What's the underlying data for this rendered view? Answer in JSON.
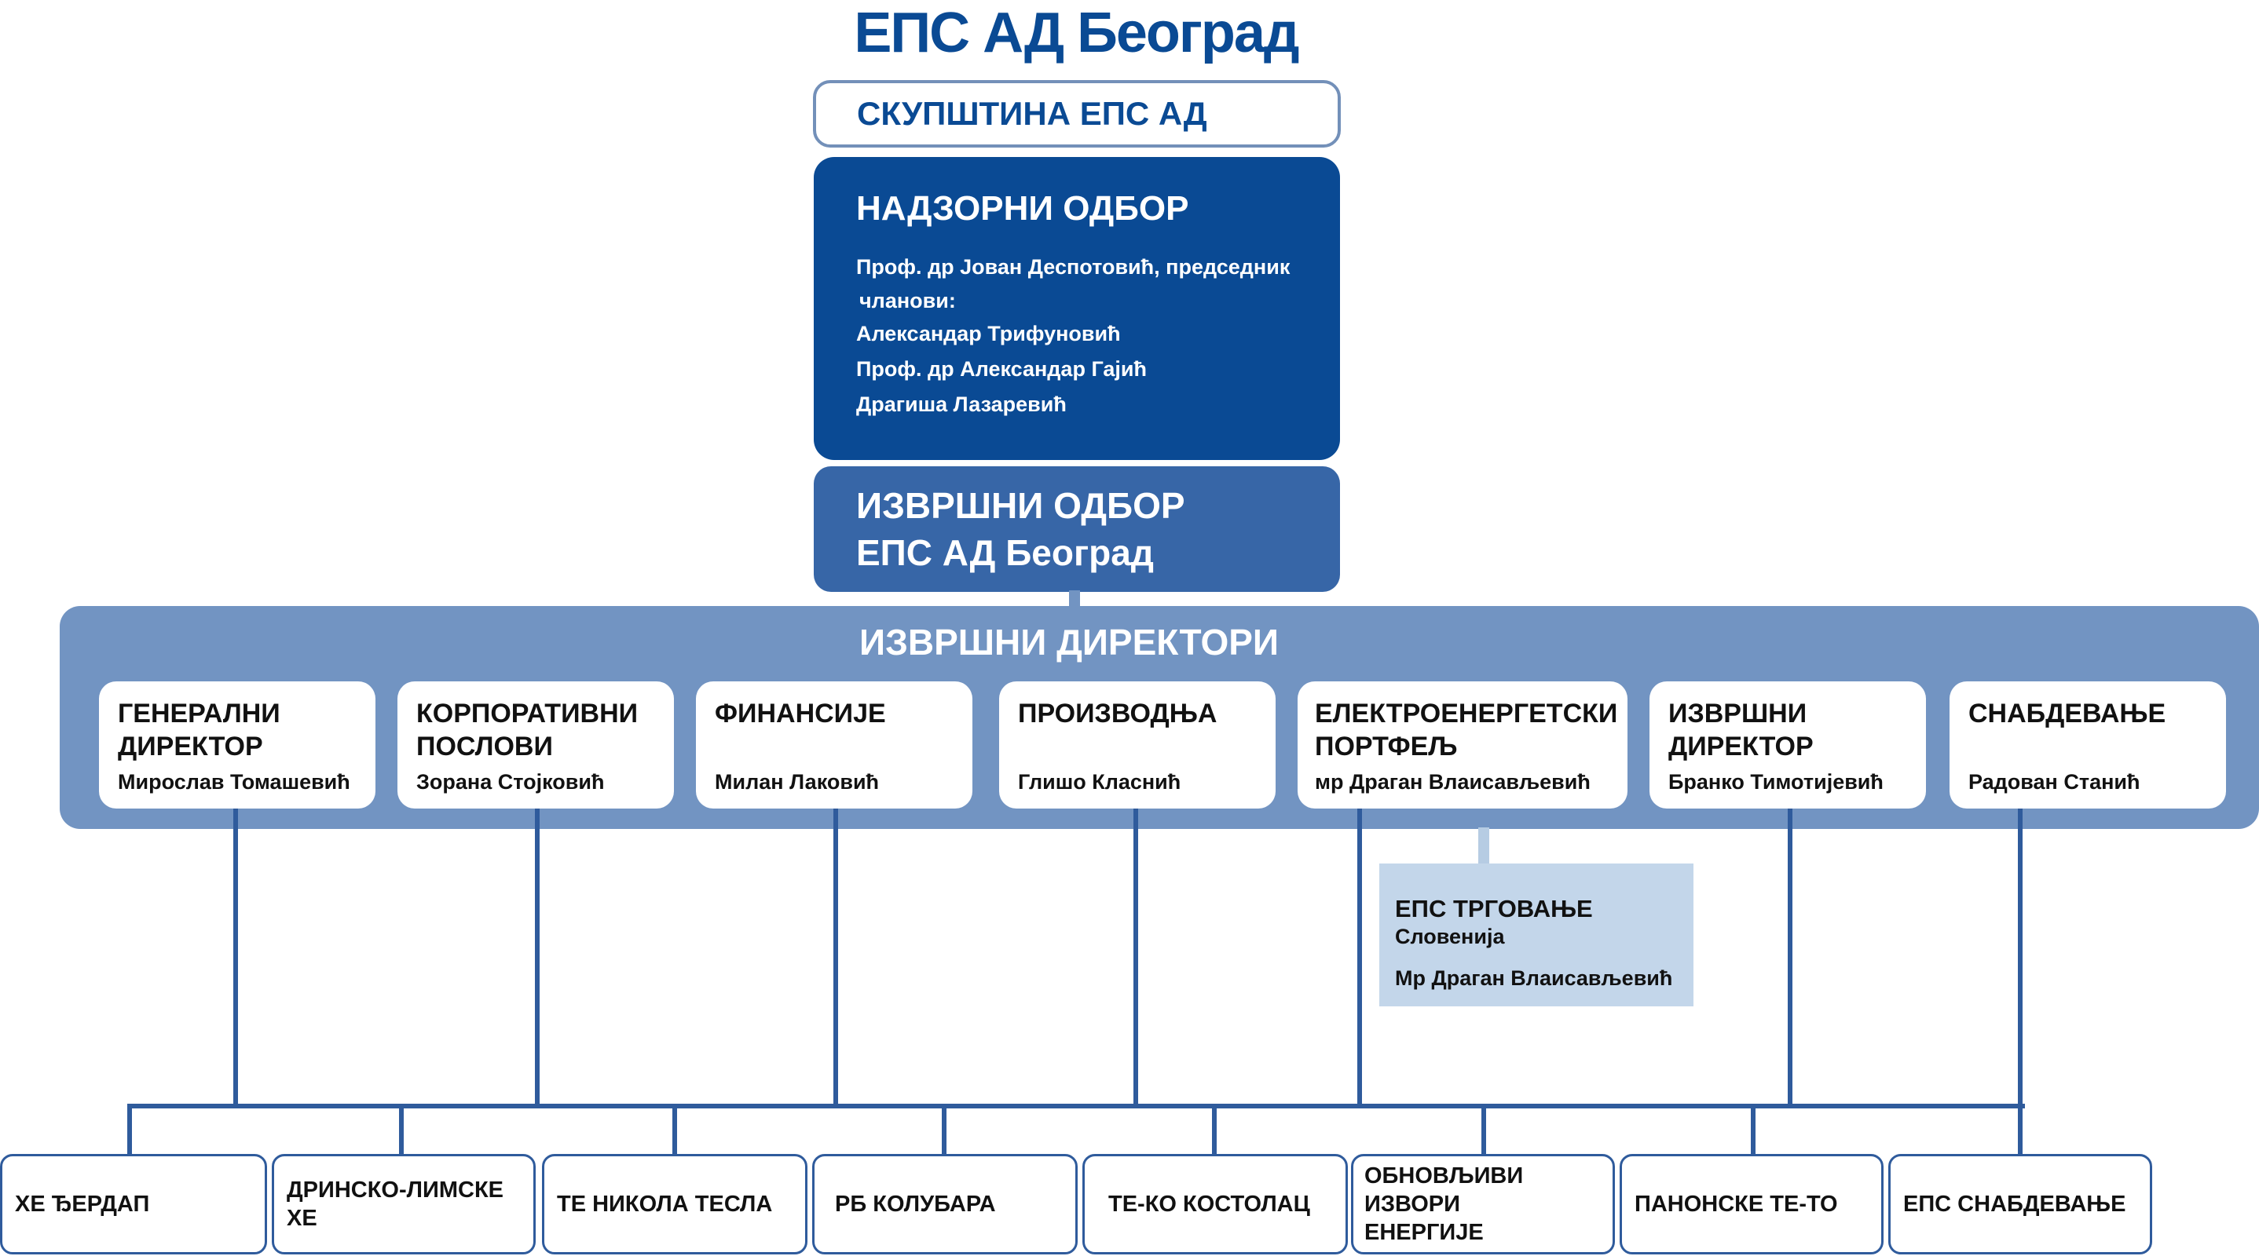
{
  "title": "ЕПС АД Београд",
  "assembly": "СКУПШТИНА ЕПС АД",
  "supervisory_board": {
    "title": "НАДЗОРНИ ОДБОР",
    "president": "Проф. др Јован Деспотовић, председник",
    "members_label": "чланови:",
    "members": [
      "Александар Трифуновић",
      "Проф. др Александар Гајић",
      "Драгиша Лазаревић"
    ]
  },
  "executive_board": {
    "line1": "ИЗВРШНИ ОДБОР",
    "line2": "ЕПС АД Београд"
  },
  "executive_directors": {
    "title": "ИЗВРШНИ ДИРЕКТОРИ",
    "directors": [
      {
        "title_line1": "ГЕНЕРАЛНИ",
        "title_line2": "ДИРЕКТОР",
        "name": "Мирослав Томашевић"
      },
      {
        "title_line1": "КОРПОРАТИВНИ",
        "title_line2": "ПОСЛОВИ",
        "name": "Зорана Стојковић"
      },
      {
        "title_line1": "ФИНАНСИЈЕ",
        "title_line2": "",
        "name": "Милан Лаковић"
      },
      {
        "title_line1": "ПРОИЗВОДЊА",
        "title_line2": "",
        "name": "Глишо Класнић"
      },
      {
        "title_line1": "ЕЛЕКТРОЕНЕРГЕТСКИ",
        "title_line2": "ПОРТФЕЉ",
        "name": "мр Драган Влаисављевић"
      },
      {
        "title_line1": "ИЗВРШНИ",
        "title_line2": "ДИРЕКТОР",
        "name": "Бранко Тимотијевић"
      },
      {
        "title_line1": "СНАБДЕВАЊЕ",
        "title_line2": "",
        "name": "Радован Станић"
      }
    ]
  },
  "eps_trading": {
    "title": "ЕПС ТРГОВАЊЕ",
    "country": "Словенија",
    "director": "Мр Драган Влаисављевић"
  },
  "subsidiaries": [
    {
      "line1": "ХЕ ЂЕРДАП",
      "line2": ""
    },
    {
      "line1": "ДРИНСКО-ЛИМСКЕ ХЕ",
      "line2": ""
    },
    {
      "line1": "ТЕ НИКОЛА ТЕСЛА",
      "line2": ""
    },
    {
      "line1": "РБ КОЛУБАРА",
      "line2": ""
    },
    {
      "line1": "ТЕ-КО КОСТОЛАЦ",
      "line2": ""
    },
    {
      "line1": "ОБНОВЉИВИ ИЗВОРИ",
      "line2": "ЕНЕРГИЈЕ"
    },
    {
      "line1": "ПАНОНСКЕ ТЕ-ТО",
      "line2": ""
    },
    {
      "line1": "ЕПС СНАБДЕВАЊЕ",
      "line2": ""
    }
  ]
}
